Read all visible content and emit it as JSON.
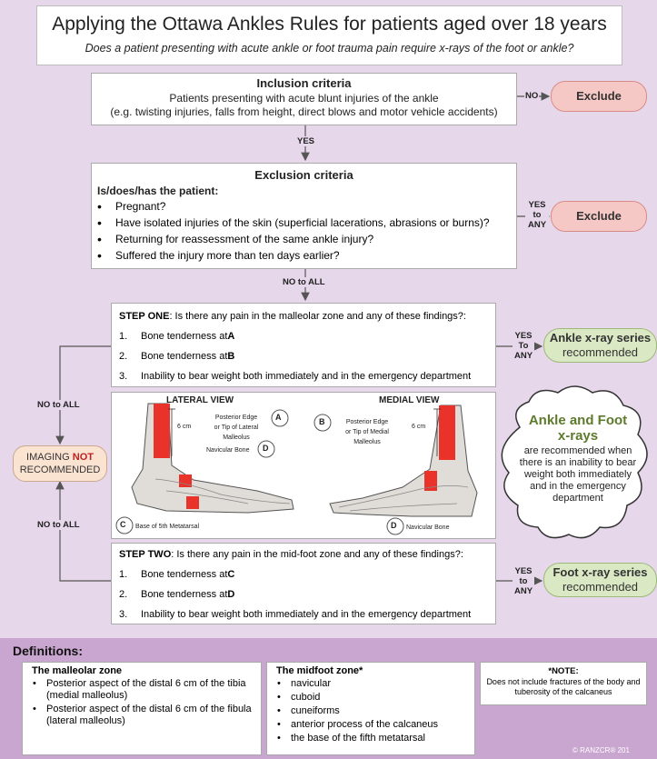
{
  "title": "Applying the Ottawa Ankles Rules for patients aged over 18 years",
  "subtitle": "Does a patient presenting with acute ankle or foot trauma pain require x-rays of the foot or ankle?",
  "inclusion": {
    "header": "Inclusion criteria",
    "line1": "Patients presenting with acute blunt injuries of the ankle",
    "line2": "(e.g. twisting injuries, falls from height, direct blows and motor vehicle accidents)",
    "no_label": "NO",
    "exclude_label": "Exclude"
  },
  "yes_label": "YES",
  "exclusion": {
    "header": "Exclusion criteria",
    "lead": "Is/does/has the patient:",
    "items": [
      "Pregnant?",
      "Have isolated injuries of the skin (superficial lacerations, abrasions or burns)?",
      "Returning for reassessment of the same ankle injury?",
      "Suffered the injury more than ten days earlier?"
    ],
    "yes_to_any": "YES to ANY",
    "exclude_label": "Exclude"
  },
  "no_to_all": "NO to ALL",
  "step_one": {
    "lead_bold": "STEP ONE",
    "lead_rest": ": Is there any pain in the malleolar zone and any of these findings?:",
    "items": [
      {
        "num": "1.",
        "text": "Bone tenderness at ",
        "bold": "A"
      },
      {
        "num": "2.",
        "text": "Bone tenderness at ",
        "bold": "B"
      },
      {
        "num": "3.",
        "text": "Inability to bear weight both immediately and in the emergency department",
        "bold": ""
      }
    ],
    "yes_label": "YES To ANY",
    "result_bold": "Ankle x-ray series",
    "result_rest": "recommended"
  },
  "step_two": {
    "lead_bold": "STEP TWO",
    "lead_rest": ": Is there any pain in the mid-foot zone and any of these findings?:",
    "items": [
      {
        "num": "1.",
        "text": "Bone tenderness at ",
        "bold": "C"
      },
      {
        "num": "2.",
        "text": "Bone tenderness at ",
        "bold": "D"
      },
      {
        "num": "3.",
        "text": "Inability to bear weight both immediately and in the emergency department",
        "bold": ""
      }
    ],
    "yes_label": "YES to ANY",
    "result_bold": "Foot x-ray series",
    "result_rest": "recommended"
  },
  "imaging": {
    "part1": "IMAGING ",
    "part_not": "NOT",
    "part2": "RECOMMENDED"
  },
  "no_to_all_1": "NO to ALL",
  "no_to_all_2": "NO to ALL",
  "diagram": {
    "lateral_title": "LATERAL VIEW",
    "medial_title": "MEDIAL VIEW",
    "six_cm": "6 cm",
    "posterior_lateral_1": "Posterior Edge",
    "posterior_lateral_2": "or Tip of Lateral Malleolus",
    "posterior_medial_1": "Posterior Edge",
    "posterior_medial_2": "or Tip of Medial Malleolus",
    "navicular": "Navicular Bone",
    "base5": "Base of 5th Metatarsal",
    "markers": [
      "A",
      "B",
      "C",
      "D"
    ]
  },
  "cloud": {
    "title1": "Ankle and Foot",
    "title2": "x-rays",
    "text": "are recommended when there is an inability to bear weight both immediately and in the emergency department"
  },
  "definitions": {
    "header": "Definitions:",
    "malleolar": {
      "title": "The malleolar zone",
      "items": [
        "Posterior aspect of the distal 6 cm of the tibia (medial malleolus)",
        "Posterior aspect of the distal 6 cm of the fibula (lateral malleolus)"
      ]
    },
    "midfoot": {
      "title": "The midfoot zone*",
      "items": [
        "navicular",
        "cuboid",
        "cuneiforms",
        "anterior process of the calcaneus",
        "the base of the fifth metatarsal"
      ]
    },
    "note": {
      "title": "*NOTE:",
      "text": "Does not include fractures of the body and tuberosity of the calcaneus"
    },
    "copyright": "© RANZCR® 201"
  },
  "colors": {
    "background": "#e7d7ea",
    "definitions_band": "#c9a6cf",
    "exclude_fill": "#f6c8c5",
    "recommend_fill": "#dbe8c4",
    "cloud_title": "#5e7a2c",
    "highlight_red": "#e8322a"
  }
}
